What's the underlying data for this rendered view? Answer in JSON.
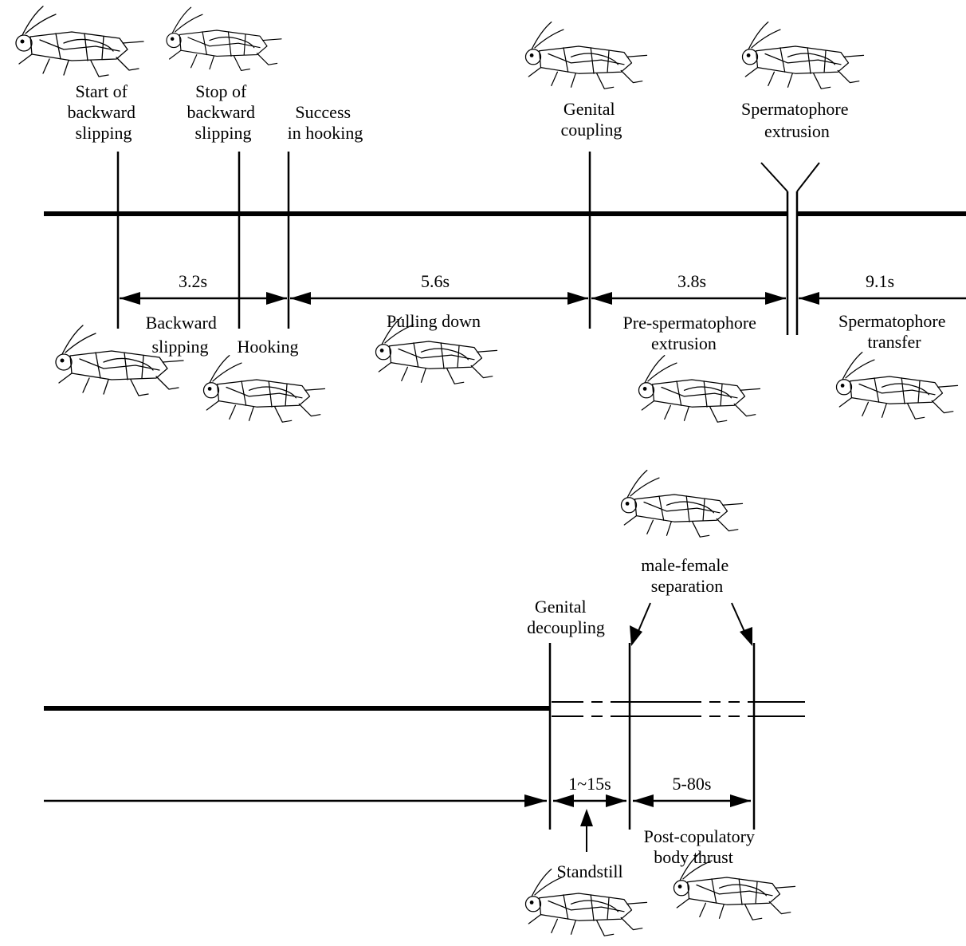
{
  "events": {
    "start_backward_slipping": [
      "Start of",
      "backward",
      "slipping"
    ],
    "stop_backward_slipping": [
      "Stop of",
      "backward",
      "slipping"
    ],
    "success_hooking": [
      "Success",
      "in hooking"
    ],
    "genital_coupling": [
      "Genital",
      "coupling"
    ],
    "spermatophore_extrusion": [
      "Spermatophore",
      "extrusion"
    ],
    "genital_decoupling": [
      "Genital",
      "decoupling"
    ],
    "male_female_separation": [
      "male-female",
      "separation"
    ]
  },
  "phases": {
    "backward_slipping": [
      "Backward",
      "slipping"
    ],
    "hooking": [
      "Hooking"
    ],
    "pulling_down": [
      "Pulling down"
    ],
    "pre_spermatophore_extrusion": [
      "Pre-spermatophore",
      "extrusion"
    ],
    "spermatophore_transfer": [
      "Spermatophore",
      "transfer"
    ],
    "standstill": [
      "Standstill"
    ],
    "post_copulatory_body_thrust": [
      "Post-copulatory",
      "body thrust"
    ]
  },
  "durations": {
    "backward_slipping": "3.2s",
    "pulling_down": "5.6s",
    "pre_spermatophore_extrusion": "3.8s",
    "spermatophore_transfer": "9.1s",
    "standstill": "1~15s",
    "post_copulatory_body_thrust": "5-80s"
  },
  "illustrations": [
    "cricket-pair-start-slipping",
    "cricket-pair-stop-slipping",
    "cricket-pair-genital-coupling",
    "cricket-pair-spermatophore-extrusion",
    "cricket-pair-backward-slipping",
    "cricket-pair-hooking",
    "cricket-pair-pulling-down",
    "cricket-pair-pre-extrusion",
    "cricket-pair-spermatophore-transfer",
    "cricket-pair-separation",
    "cricket-pair-standstill",
    "cricket-pair-body-thrust"
  ]
}
